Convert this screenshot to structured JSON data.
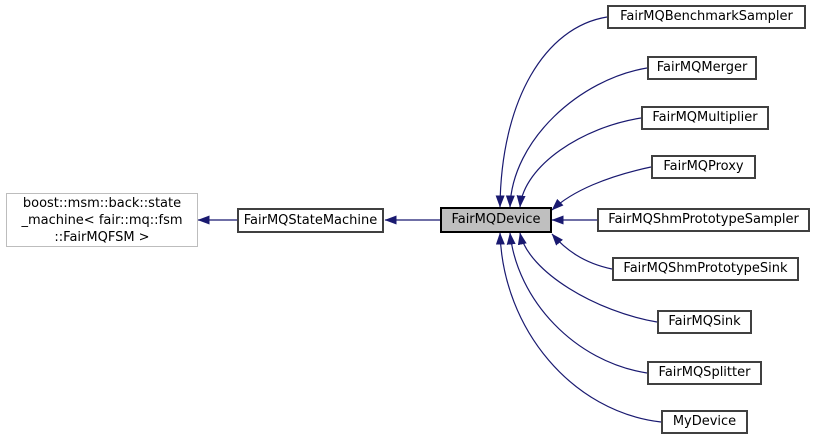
{
  "nodes": {
    "external_base": {
      "label": "boost::msm::back::state\n_machine< fair::mq::fsm\n::FairMQFSM >"
    },
    "base": {
      "label": "FairMQStateMachine"
    },
    "current": {
      "label": "FairMQDevice"
    },
    "derived": [
      {
        "label": "FairMQBenchmarkSampler"
      },
      {
        "label": "FairMQMerger"
      },
      {
        "label": "FairMQMultiplier"
      },
      {
        "label": "FairMQProxy"
      },
      {
        "label": "FairMQShmPrototypeSampler"
      },
      {
        "label": "FairMQShmPrototypeSink"
      },
      {
        "label": "FairMQSink"
      },
      {
        "label": "FairMQSplitter"
      },
      {
        "label": "MyDevice"
      }
    ]
  },
  "colors": {
    "edge": "#191970",
    "current_node_fill": "#bfbfbf",
    "node_border": "#404040",
    "external_node_border": "#bdbdbd",
    "background": "#ffffff"
  }
}
